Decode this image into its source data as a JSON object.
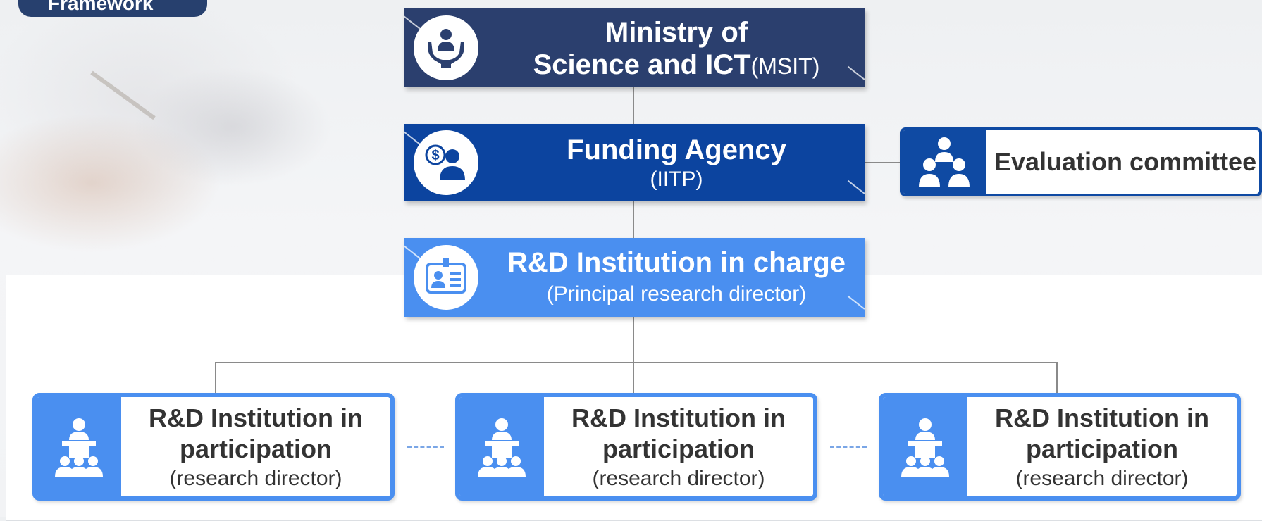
{
  "framework_tab": {
    "label": "Framework"
  },
  "ministry": {
    "title_line1": "Ministry of",
    "title_line2": "Science and ICT",
    "abbrev": "(MSIT)",
    "color": "#2b3f6e"
  },
  "funding": {
    "title": "Funding Agency",
    "sub": "(IITP)",
    "color": "#0c449f"
  },
  "evaluation": {
    "label": "Evaluation committee",
    "color": "#0f4aa3"
  },
  "rnd_charge": {
    "title": "R&D Institution in charge",
    "sub": "(Principal research director)",
    "color": "#4a8ff0"
  },
  "participants": [
    {
      "line1": "R&D Institution in",
      "line2": "participation",
      "sub": "(research director)"
    },
    {
      "line1": "R&D Institution in",
      "line2": "participation",
      "sub": "(research director)"
    },
    {
      "line1": "R&D Institution in",
      "line2": "participation",
      "sub": "(research director)"
    }
  ]
}
